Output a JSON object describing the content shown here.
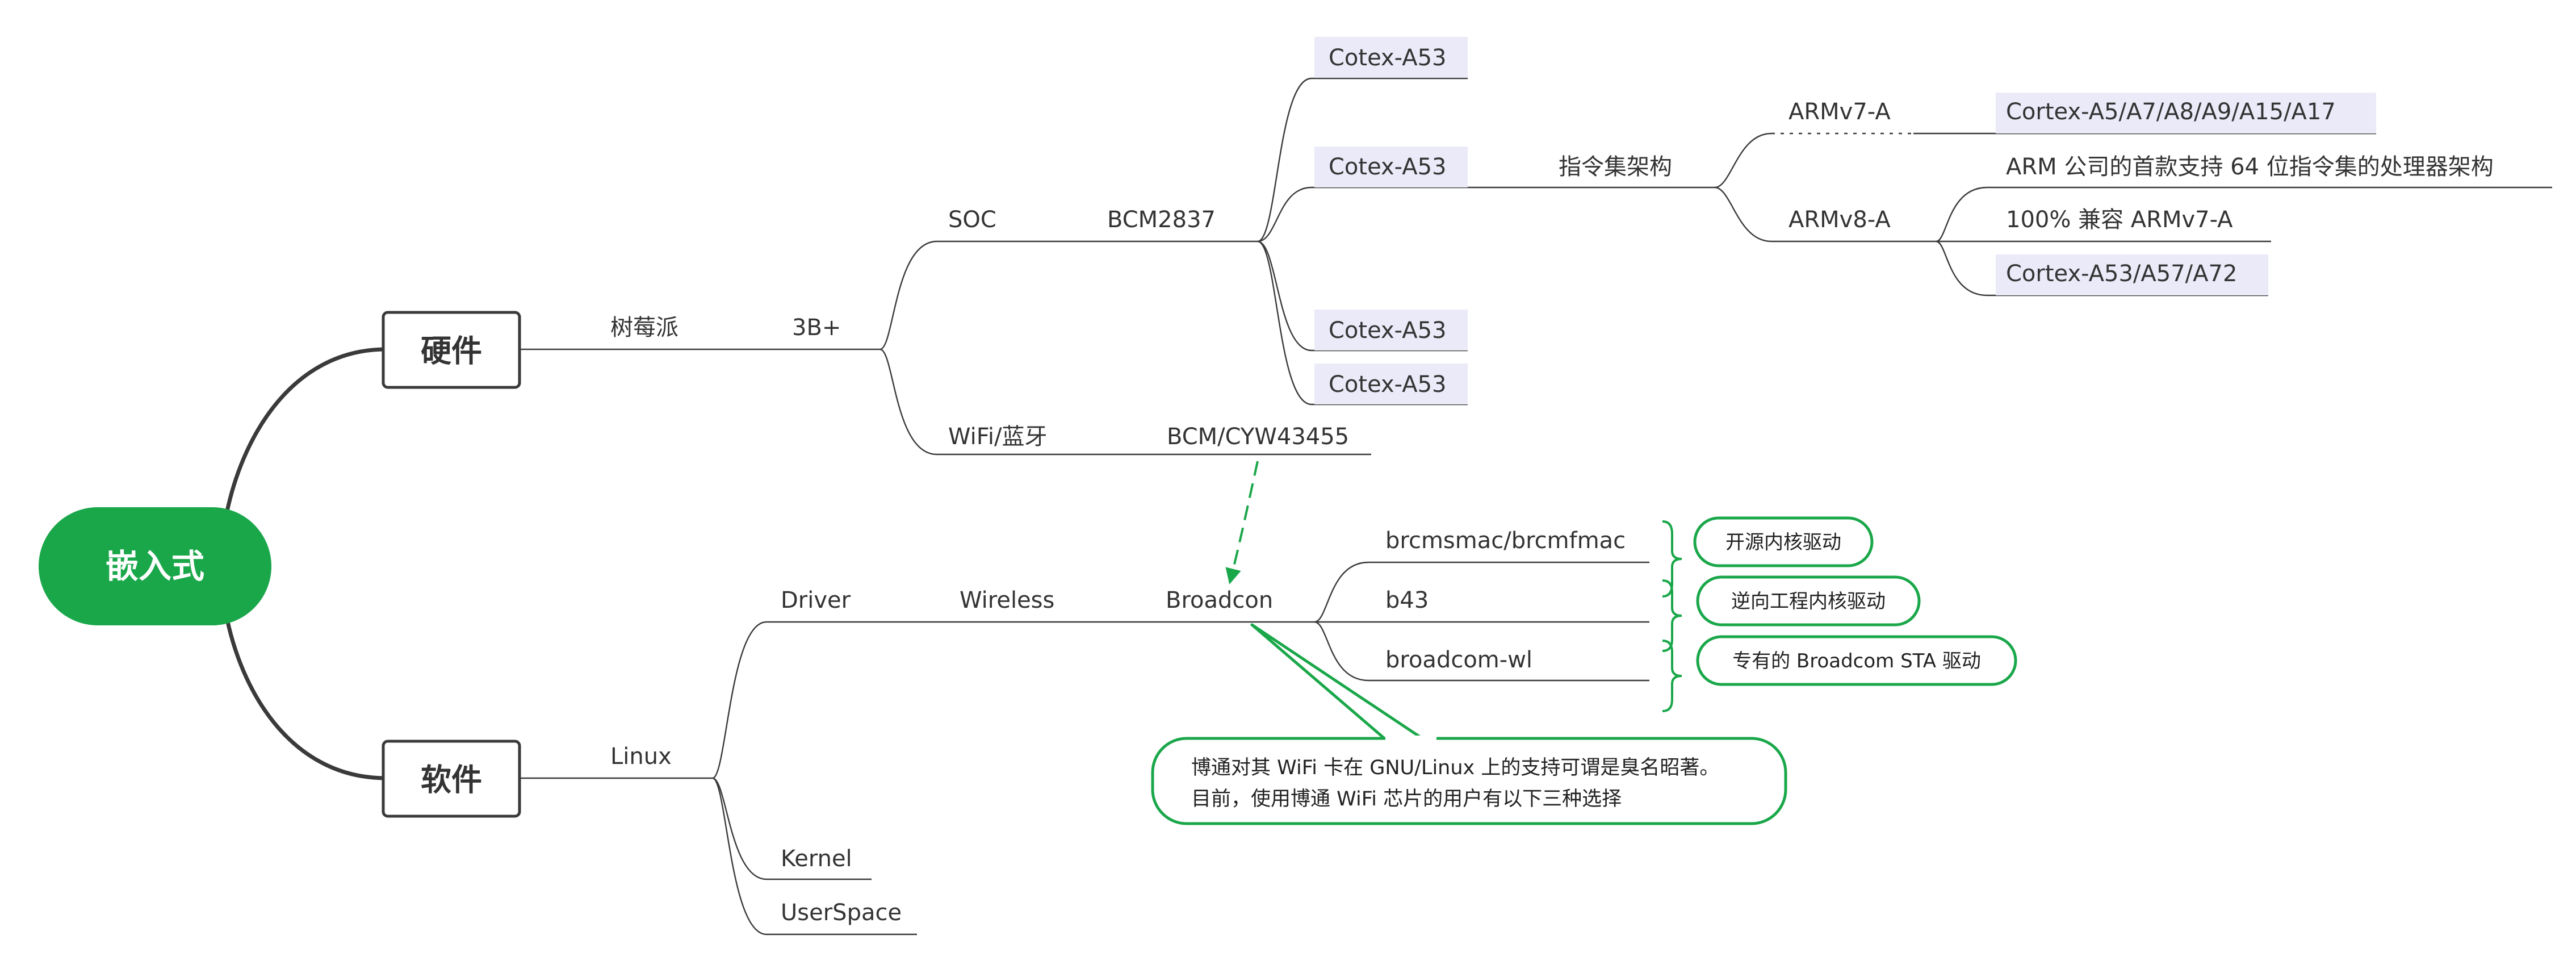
{
  "root": {
    "label": "嵌入式"
  },
  "hardware": {
    "label": "硬件",
    "raspberry": "树莓派",
    "model": "3B+",
    "soc": {
      "label": "SOC",
      "chip": "BCM2837",
      "cores": [
        "Cotex-A53",
        "Cotex-A53",
        "Cotex-A53",
        "Cotex-A53"
      ],
      "isa": {
        "label": "指令集架构",
        "armv7": {
          "label": "ARMv7-A",
          "item": "Cortex-A5/A7/A8/A9/A15/A17"
        },
        "armv8": {
          "label": "ARMv8-A",
          "items": [
            "ARM 公司的首款支持 64 位指令集的处理器架构",
            "100% 兼容 ARMv7-A",
            "Cortex-A53/A57/A72"
          ]
        }
      }
    },
    "wifi": {
      "label": "WiFi/蓝牙",
      "chip": "BCM/CYW43455"
    }
  },
  "software": {
    "label": "软件",
    "linux": "Linux",
    "driver": "Driver",
    "wireless": "Wireless",
    "broadcom": {
      "label": "Broadcon",
      "drivers": [
        {
          "name": "brcmsmac/brcmfmac",
          "note": "开源内核驱动"
        },
        {
          "name": "b43",
          "note": "逆向工程内核驱动"
        },
        {
          "name": "broadcom-wl",
          "note": "专有的 Broadcom STA 驱动"
        }
      ],
      "callout": [
        "博通对其 WiFi 卡在 GNU/Linux 上的支持可谓是臭名昭著。",
        "目前，使用博通 WiFi 芯片的用户有以下三种选择"
      ]
    },
    "kernel": "Kernel",
    "userspace": "UserSpace"
  },
  "colors": {
    "root_fill": "#1aa74a",
    "accent_green": "#1aa74a",
    "line": "#3a3a3a",
    "highlight": "#eaeaf9",
    "text": "#333333"
  }
}
